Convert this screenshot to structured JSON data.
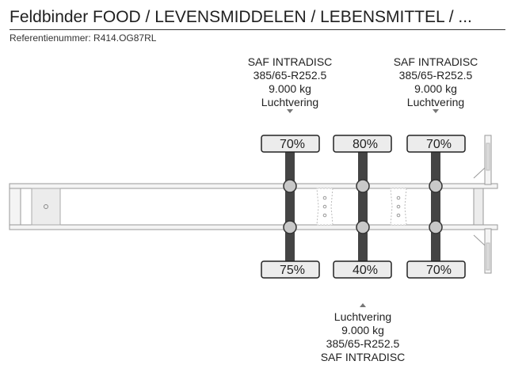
{
  "header": {
    "title": "Feldbinder FOOD / LEVENSMIDDELEN / LEBENSMITTEL / ...",
    "reference": "Referentienummer: R414.OG87RL"
  },
  "axles": [
    {
      "top_label": [
        "SAF INTRADISC",
        "385/65-R252.5",
        "9.000 kg",
        "Luchtvering"
      ],
      "top_tire": "70%",
      "bottom_tire": "75%"
    },
    {
      "bottom_label": [
        "Luchtvering",
        "9.000 kg",
        "385/65-R252.5",
        "SAF INTRADISC"
      ],
      "top_tire": "80%",
      "bottom_tire": "40%"
    },
    {
      "top_label": [
        "SAF INTRADISC",
        "385/65-R252.5",
        "9.000 kg",
        "Luchtvering"
      ],
      "top_tire": "70%",
      "bottom_tire": "70%"
    }
  ],
  "colors": {
    "axle": "#444444",
    "hub": "#c8c8c8",
    "tire_fill": "#ececec",
    "frame": "#999999"
  }
}
